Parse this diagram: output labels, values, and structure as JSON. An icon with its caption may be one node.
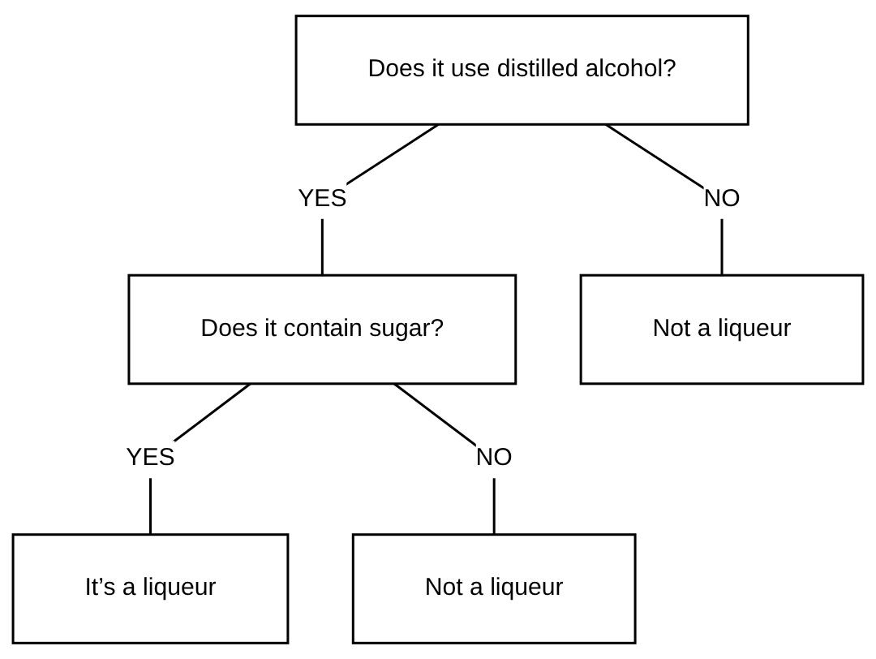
{
  "diagram": {
    "nodes": [
      {
        "text": [
          "Does it use distilled alcohol?"
        ]
      },
      {
        "text": [
          "Does it contain sugar?"
        ]
      },
      {
        "text": [
          "Not a liqueur"
        ]
      },
      {
        "text": [
          "It’s a liqueur"
        ]
      },
      {
        "text": [
          "Not a liqueur"
        ]
      }
    ],
    "edges": [
      {
        "from": 0,
        "to": 1,
        "label": "YES",
        "arrow": "none"
      },
      {
        "from": 0,
        "to": 2,
        "label": "NO",
        "arrow": "none"
      },
      {
        "from": 1,
        "to": 3,
        "label": "YES",
        "arrow": "none"
      },
      {
        "from": 1,
        "to": 4,
        "label": "NO",
        "arrow": "none"
      }
    ]
  }
}
